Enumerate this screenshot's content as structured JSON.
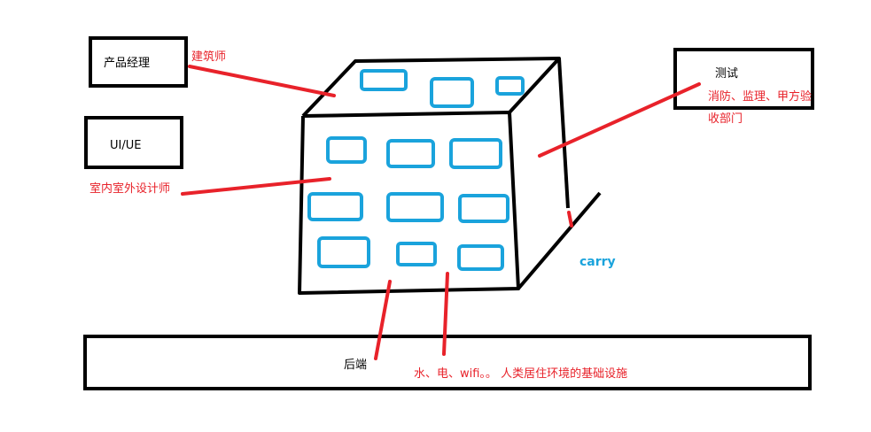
{
  "colors": {
    "stroke": "#000000",
    "annotation": "#e8222a",
    "window": "#1aa3dc"
  },
  "roles": {
    "product_manager": "产品经理",
    "ui_ue": "UI/UE",
    "testing": "测试",
    "backend": "后端"
  },
  "annotations": {
    "architect": "建筑师",
    "interior_designer": "室内室外设计师",
    "testing_line1": "消防、监理、甲方验",
    "testing_line2": "收部门",
    "infrastructure": "水、电、wifi。。 人类居住环境的基础设施"
  },
  "carry": "carry"
}
